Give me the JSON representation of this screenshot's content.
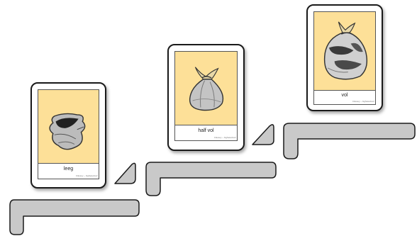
{
  "colors": {
    "card_background": "#fde098",
    "step_fill": "#c9c9c9",
    "step_outline": "#1a1a1a"
  },
  "cards": [
    {
      "label": "leeg",
      "credit": "Cikosoy ~ bigSelectivo!",
      "image": "empty-bag-icon"
    },
    {
      "label": "half vol",
      "credit": "Cikosoy ~ bigSelectivo!",
      "image": "half-full-bag-icon"
    },
    {
      "label": "vol",
      "credit": "Cikosoy ~ bigSelectivo!",
      "image": "full-bag-icon"
    }
  ]
}
